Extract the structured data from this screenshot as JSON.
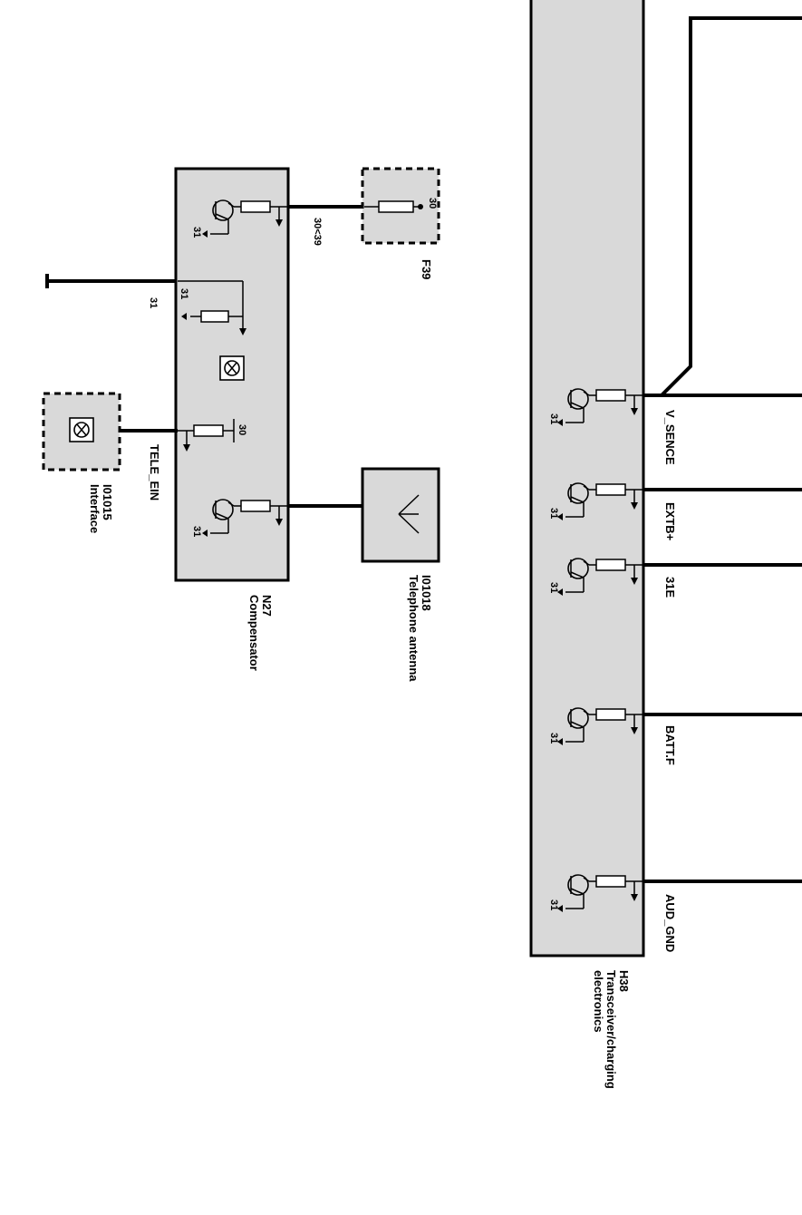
{
  "components": {
    "compensator": {
      "code": "N27",
      "name": "Compensator"
    },
    "fuse": {
      "code": "F39",
      "pin": "30"
    },
    "interface": {
      "code": "I01015",
      "name": "Interface"
    },
    "antenna": {
      "code": "I01018",
      "name": "Telephone antenna"
    },
    "transceiver": {
      "code": "H38",
      "name_line1": "Transceiver/charging",
      "name_line2": "electronics"
    }
  },
  "signals": {
    "fuse_line": "30<39",
    "ground_line": "31",
    "tele_ein": "TELE_EIN",
    "v_sence": "V_SENCE",
    "extb": "EXTB+",
    "e31": "31E",
    "battf": "BATT.F",
    "aud_gnd": "AUD_GND"
  },
  "pins": {
    "ground": "31",
    "supply": "30"
  },
  "icons": [
    "transistor-icon",
    "resistor-icon",
    "ground-icon",
    "antenna-icon",
    "fuse-icon",
    "speaker-icon"
  ]
}
